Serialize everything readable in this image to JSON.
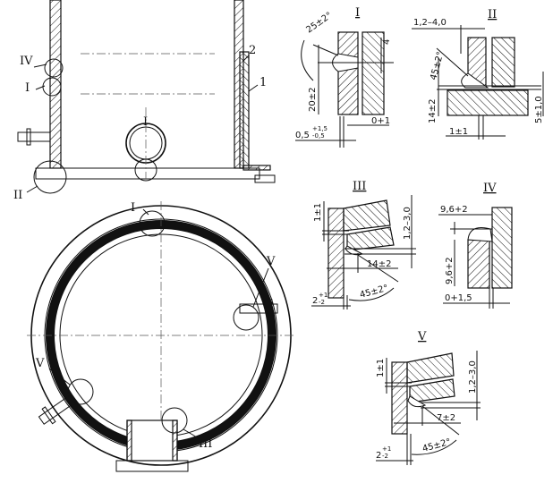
{
  "main_views": {
    "side_labels": {
      "iv": "IV",
      "i": "I",
      "ii": "II",
      "part2": "2",
      "part1": "1",
      "i_bottom": "I"
    },
    "plan_labels": {
      "i": "I",
      "v_right": "V",
      "v_left": "V",
      "iii": "III"
    }
  },
  "details": {
    "I": {
      "title": "I",
      "angle": "25±2°",
      "dim_4": "4",
      "dim_20": "20±2",
      "gap": "0+1",
      "dim_05": "0,5",
      "tol_up": "+1,5",
      "tol_dn": "-0,5"
    },
    "II": {
      "title": "II",
      "gap": "1,2–4,0",
      "angle": "45±2°",
      "dim_14": "14±2",
      "dim_5": "5±1,0",
      "dim_1": "1±1"
    },
    "III": {
      "title": "III",
      "dim_1": "1±1",
      "gap": "1,2–3,0",
      "dim_14": "14±2",
      "angle": "45±2°",
      "dim_2": "2",
      "tol_up": "+1",
      "tol_dn": "-2"
    },
    "IV": {
      "title": "IV",
      "dim_top": "9,6+2",
      "dim_side": "9,6+2",
      "gap": "0+1,5"
    },
    "V": {
      "title": "V",
      "dim_1": "1±1",
      "gap": "1,2–3,0",
      "dim_7": "7±2",
      "angle": "45±2°",
      "dim_2": "2",
      "tol_up": "+1",
      "tol_dn": "-2"
    }
  }
}
